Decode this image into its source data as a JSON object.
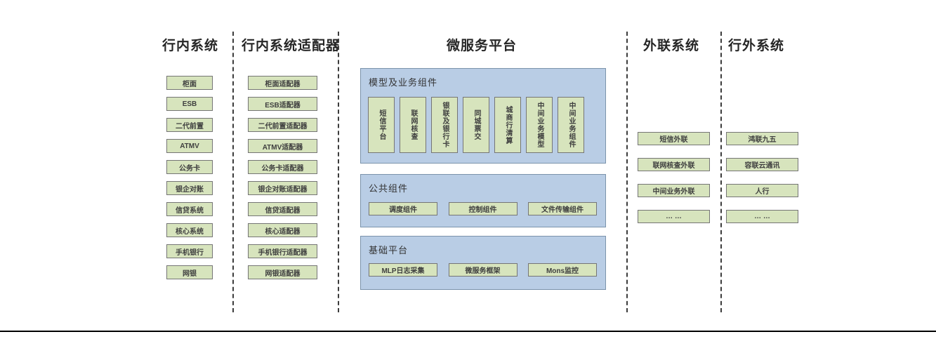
{
  "palette": {
    "box_fill": "#d7e4bd",
    "box_border": "#757575",
    "panel_fill": "#b9cde5",
    "panel_border": "#7b93ab",
    "label_text": "#3f3f3f",
    "divider": "#3c3c3c",
    "baseline": "#000000"
  },
  "columns": {
    "internal": {
      "header": "行内系统",
      "items": [
        "柜面",
        "ESB",
        "二代前置",
        "ATMV",
        "公务卡",
        "银企对账",
        "信贷系统",
        "核心系统",
        "手机银行",
        "网银"
      ]
    },
    "adapters": {
      "header": "行内系统适配器",
      "items": [
        "柜面适配器",
        "ESB适配器",
        "二代前置适配器",
        "ATMV适配器",
        "公务卡适配器",
        "银企对账适配器",
        "信贷适配器",
        "核心适配器",
        "手机银行适配器",
        "网银适配器"
      ]
    },
    "platform": {
      "header": "微服务平台",
      "groups": {
        "model": {
          "title": "模型及业务组件",
          "items": [
            "短信平台",
            "联网核查",
            "银联及银行卡",
            "同城票交",
            "城商行清算",
            "中间业务模型",
            "中间业务组件"
          ]
        },
        "common": {
          "title": "公共组件",
          "items": [
            "调度组件",
            "控制组件",
            "文件传输组件"
          ]
        },
        "base": {
          "title": "基础平台",
          "items": [
            "MLP日志采集",
            "微服务框架",
            "Mons监控"
          ]
        }
      }
    },
    "outlink": {
      "header": "外联系统",
      "items": [
        "短信外联",
        "联网核查外联",
        "中间业务外联",
        "… …"
      ]
    },
    "outside": {
      "header": "行外系统",
      "items": [
        "鸿联九五",
        "容联云通讯",
        "人行",
        "… …"
      ]
    }
  }
}
